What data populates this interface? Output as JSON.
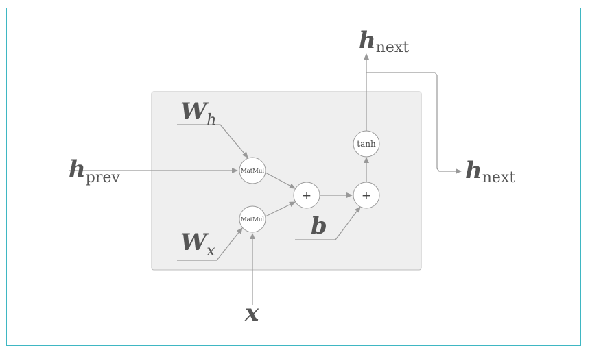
{
  "nodes": {
    "matmul_h": "MatMul",
    "matmul_x": "MatMul",
    "add_1": "+",
    "add_2": "+",
    "tanh": "tanh"
  },
  "labels": {
    "h_prev": {
      "main": "h",
      "sub": "prev"
    },
    "w_h": {
      "main": "W",
      "sub": "h"
    },
    "w_x": {
      "main": "W",
      "sub": "x"
    },
    "x": {
      "main": "x"
    },
    "b": {
      "main": "b"
    },
    "h_next_top": {
      "main": "h",
      "sub": "next"
    },
    "h_next_right": {
      "main": "h",
      "sub": "next"
    }
  }
}
